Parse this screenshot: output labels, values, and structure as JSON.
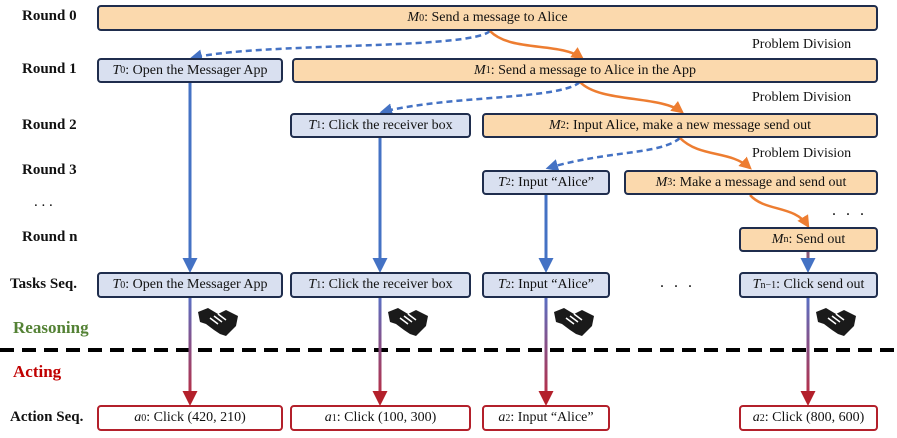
{
  "rows": {
    "round0": "Round 0",
    "round1": "Round 1",
    "round2": "Round 2",
    "round3": "Round 3",
    "ellipsis": ". . .",
    "roundn": "Round n",
    "tasks_seq": "Tasks Seq.",
    "action_seq": "Action Seq."
  },
  "sections": {
    "reasoning": "Reasoning",
    "acting": "Acting"
  },
  "problem_division": "Problem Division",
  "missions": {
    "m0": {
      "var": "M",
      "sub": "0",
      "text": ": Send a message to Alice"
    },
    "m1": {
      "var": "M",
      "sub": "1",
      "text": ": Send a message to Alice in the App"
    },
    "m2": {
      "var": "M",
      "sub": "2",
      "text": ": Input Alice, make a new message send out"
    },
    "m3": {
      "var": "M",
      "sub": "3",
      "text": ": Make a message and send out"
    },
    "mn": {
      "var": "M",
      "sub": "n",
      "text": ": Send out"
    }
  },
  "tasks": {
    "t0": {
      "var": "T",
      "sub": "0",
      "text": ": Open the Messager App"
    },
    "t1": {
      "var": "T",
      "sub": "1",
      "text": ": Click the receiver box"
    },
    "t2": {
      "var": "T",
      "sub": "2",
      "text": ": Input “Alice”"
    },
    "tn": {
      "var": "T",
      "sub": "n−1",
      "text": ": Click send out"
    }
  },
  "actions": {
    "a0": {
      "var": "a",
      "sub": "0",
      "text": ": Click (420, 210)"
    },
    "a1": {
      "var": "a",
      "sub": "1",
      "text": ": Click (100, 300)"
    },
    "a2": {
      "var": "a",
      "sub": "2",
      "text": ": Input “Alice”"
    },
    "an": {
      "var": "a",
      "sub": "2",
      "text": ": Click (800, 600)"
    }
  },
  "dots": ". . .",
  "colors": {
    "mission": "#fbd9ad",
    "task": "#d9e0f0",
    "border": "#1f2d4d",
    "blue_arrow": "#4472c4",
    "orange_arrow": "#ed7d31",
    "reasoning": "#548235",
    "acting": "#c00000",
    "action_border": "#b3202b"
  }
}
